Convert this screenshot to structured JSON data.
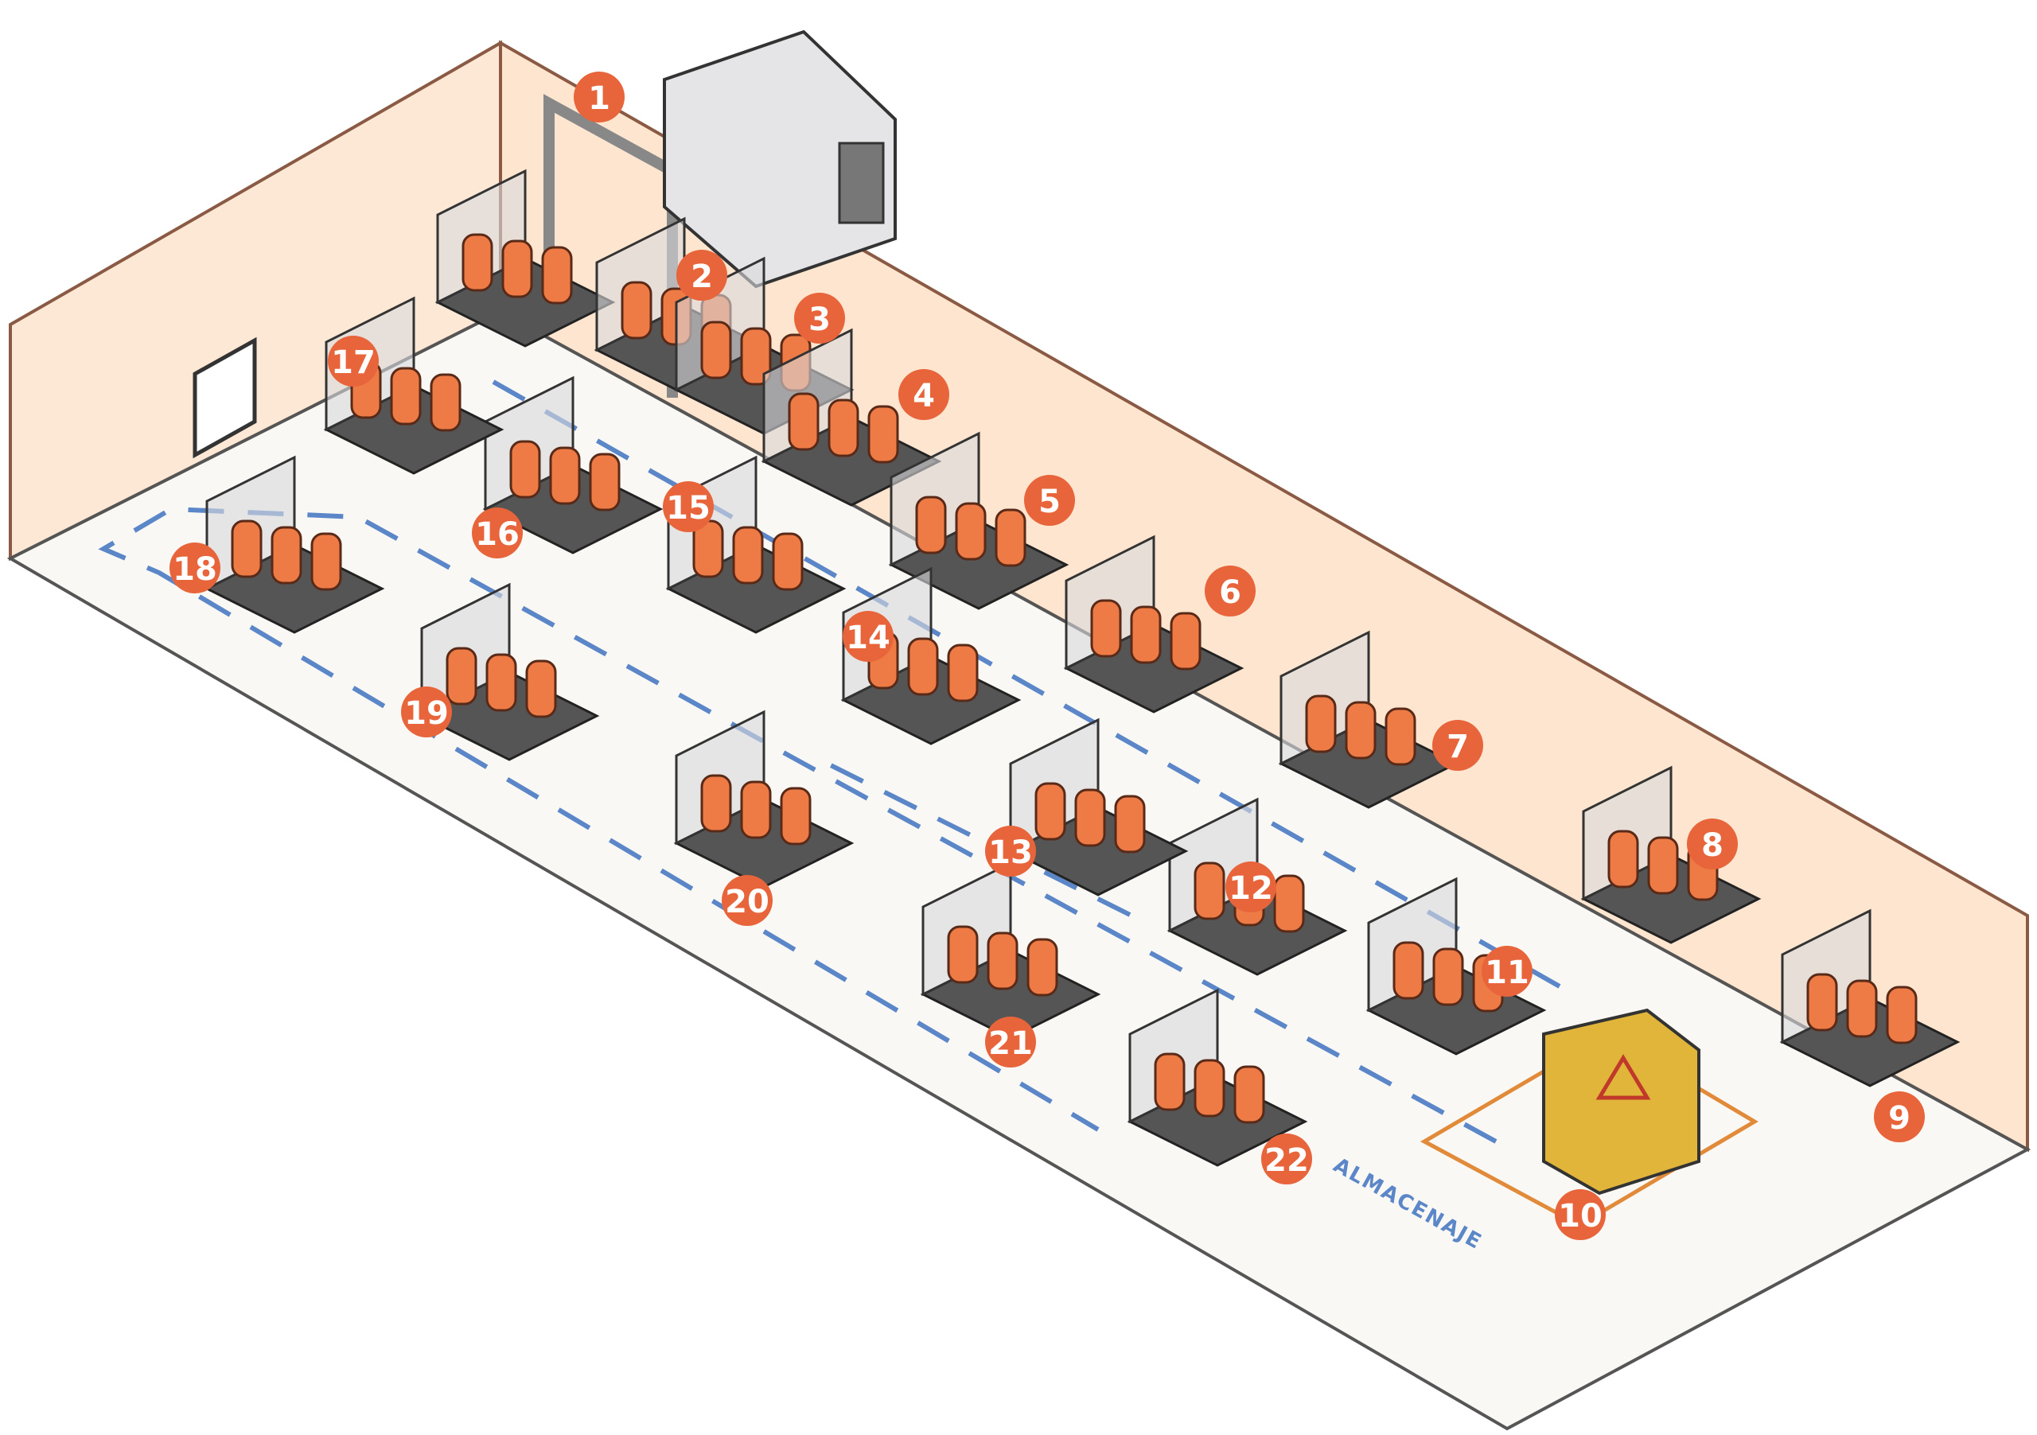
{
  "title": "Planta de llenado de bombonas de gas",
  "colors": {
    "wall": "#fde8d6",
    "floor": "#faf8f4",
    "badge": "#e8643a",
    "flow": "#5b87c9",
    "cylinder": "#ee7a45",
    "machine": "#d9d9dc",
    "hazard": "#e0b53a"
  },
  "floor_label": "ALMACENAJE",
  "stations": [
    {
      "number": "1"
    },
    {
      "number": "2"
    },
    {
      "number": "3"
    },
    {
      "number": "4"
    },
    {
      "number": "5"
    },
    {
      "number": "6"
    },
    {
      "number": "7"
    },
    {
      "number": "8"
    },
    {
      "number": "9"
    },
    {
      "number": "10"
    },
    {
      "number": "11"
    },
    {
      "number": "12"
    },
    {
      "number": "13"
    },
    {
      "number": "14"
    },
    {
      "number": "15"
    },
    {
      "number": "16"
    },
    {
      "number": "17"
    },
    {
      "number": "18"
    },
    {
      "number": "19"
    },
    {
      "number": "20"
    },
    {
      "number": "21"
    },
    {
      "number": "22"
    }
  ]
}
